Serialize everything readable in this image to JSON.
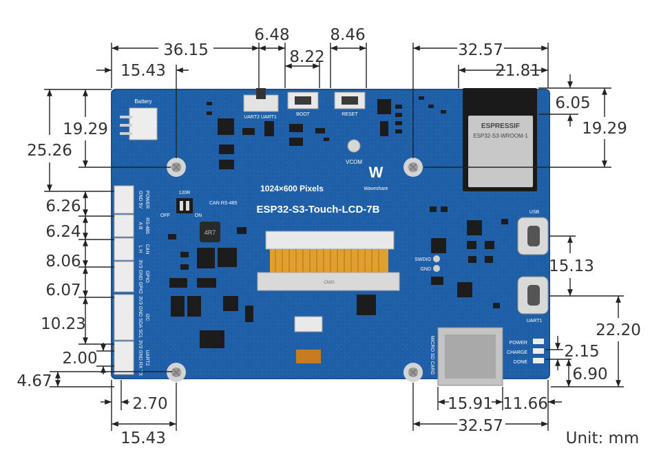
{
  "colors": {
    "pcb": "#1f5fa8",
    "pcb_edge": "#174f90",
    "dimension": "#222222",
    "text": "#333333",
    "silkscreen": "#ffffff",
    "connector": "#e8e8e8",
    "fpc": "#e0a030",
    "module": "#1a1a1a",
    "metal": "#c8c8c8"
  },
  "dimensions": {
    "top_36_15": "36.15",
    "top_6_48": "6.48",
    "top_8_46": "8.46",
    "top_8_22": "8.22",
    "top_15_43": "15.43",
    "top_32_57": "32.57",
    "top_21_81": "21.81",
    "right_6_05": "6.05",
    "right_19_29": "19.29",
    "right_15_13": "15.13",
    "right_22_20": "22.20",
    "right_2_15": "2.15",
    "right_6_90": "6.90",
    "left_19_29": "19.29",
    "left_25_26": "25.26",
    "left_6_26": "6.26",
    "left_6_24": "6.24",
    "left_8_06": "8.06",
    "left_6_07": "6.07",
    "left_10_23": "10.23",
    "left_2_00": "2.00",
    "left_4_67": "4.67",
    "bottom_2_70": "2.70",
    "bottom_15_43": "15.43",
    "bottom_15_91": "15.91",
    "bottom_11_66": "11.66",
    "bottom_32_57": "32.57"
  },
  "unit_label": "Unit: mm",
  "board": {
    "title": "ESP32-S3-Touch-LCD-7B",
    "resolution": "1024×600 Pixels",
    "brand": "Waveshare",
    "module_brand": "ESPRESSIF",
    "module_name": "ESP32-S3-WROOM-1",
    "battery": "Battery",
    "boot": "BOOT",
    "reset": "RESET",
    "uart_switch": "UART2 UART1",
    "vcom": "VCOM",
    "usb": "USB",
    "uart1": "UART1",
    "swdio": "SWDIO",
    "gnd": "GND",
    "power_led": "POWER",
    "charge_led": "CHARGE",
    "done_led": "DONE",
    "sd_card": "MICRO SD CARD",
    "can_switch": "CAN RS-485",
    "r120": "120R",
    "off": "OFF",
    "on": "ON",
    "fpc_label": "CN20",
    "header_power": "POWER",
    "header_power_pins": "GND 5V",
    "header_rs485": "RS-485",
    "header_rs485_pins": "A B",
    "header_can": "CAN",
    "header_can_pins": "L H",
    "header_gpio": "GPIO",
    "header_gpio_pins": "3V3 GND GPIO",
    "header_i2c": "I2C",
    "header_i2c_pins": "3V3 GND SDA SCL",
    "header_uart2": "UART2",
    "header_uart2_pins": "3V3 GND RX TX",
    "inductor": "4R7"
  }
}
